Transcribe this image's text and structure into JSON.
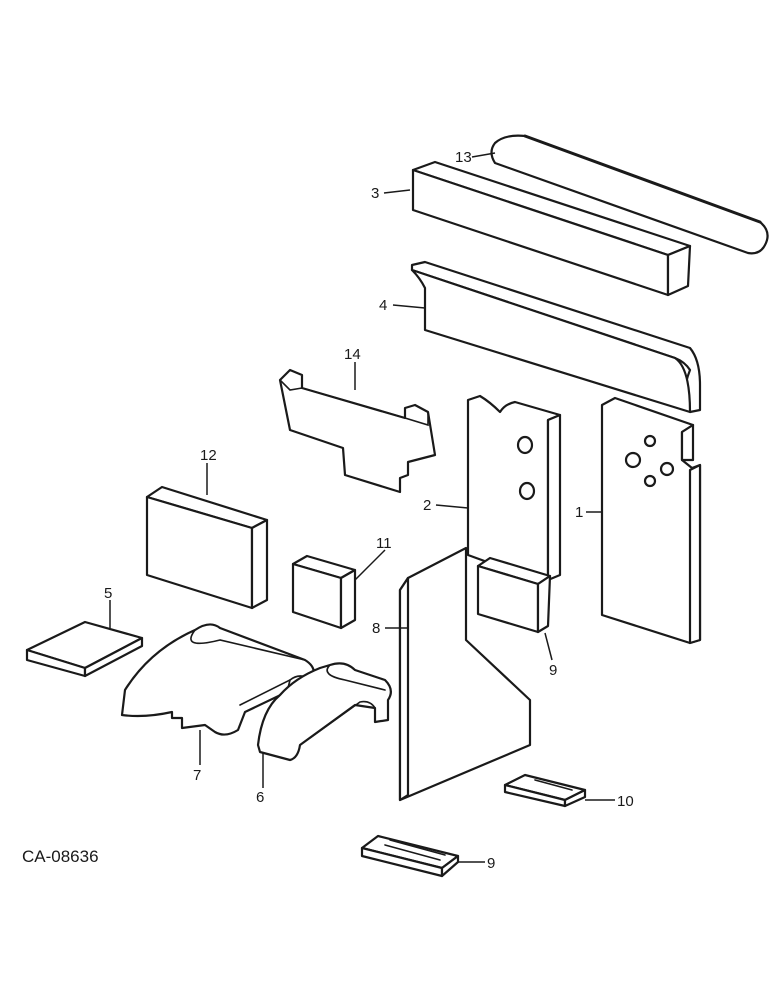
{
  "drawing_code": "CA-08636",
  "callouts": {
    "c1": "1",
    "c2": "2",
    "c3": "3",
    "c4": "4",
    "c5": "5",
    "c6": "6",
    "c7": "7",
    "c8": "8",
    "c9a": "9",
    "c9b": "9",
    "c10": "10",
    "c11": "11",
    "c12": "12",
    "c13": "13",
    "c14": "14"
  }
}
